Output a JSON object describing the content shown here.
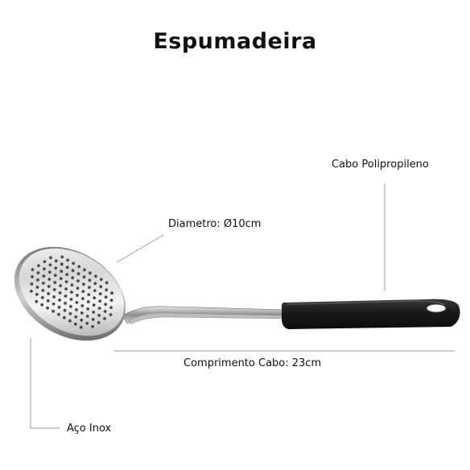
{
  "title": "Espumadeira",
  "labels": {
    "handle_material": "Cabo Polipropileno",
    "diameter": "Diametro: Ø10cm",
    "handle_length": "Comprimento Cabo:  23cm",
    "body_material": "Aço Inox"
  },
  "colors": {
    "steel_light": "#f2f2f2",
    "steel_dark": "#6e6e6e",
    "handle": "#1e1e1e",
    "leader_line": "#9a9a9a"
  }
}
